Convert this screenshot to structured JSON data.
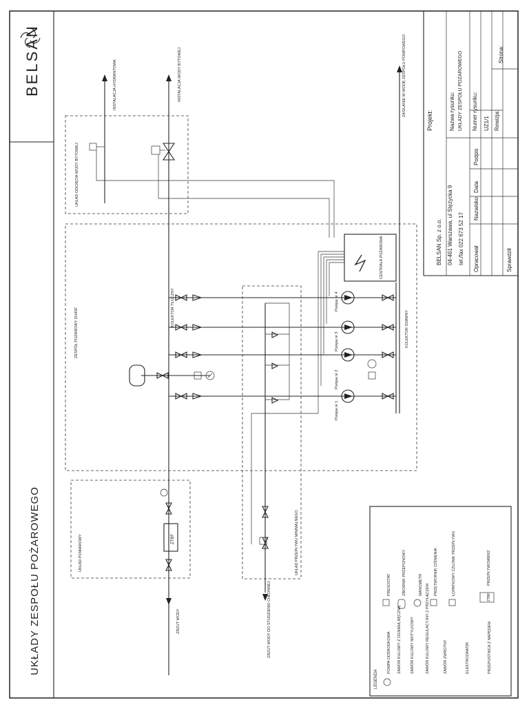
{
  "drawing": {
    "brand": "BELSAN",
    "title": "UKŁADY ZESPOŁU POŻAROWEGO",
    "sections": {
      "domestic_off": "UKŁAD ODCIĘCIA WODY BYTOWEJ",
      "pump_set": "ZESPÓŁ POŻAROWY ZH4SF",
      "supply": "UKŁAD POMIAROWY",
      "bypass": "UKŁAD PRZEPŁYWU MINIMALNEGO"
    },
    "labels": {
      "hydrant_install": "INSTALACJA HYDRANTOWA",
      "domestic_install": "INSTALACJA WODY BYTOWEJ",
      "pump_feed": "ZASILANIE W WODĘ ZESPOŁU POMPOWEGO",
      "discharge_header": "KOLEKTOR TŁOCZNY",
      "suction_header": "KOLEKTOR SSAWNY",
      "control_panel": "CENTRALA POŻAROWA",
      "water_inlet": "ZRZUT WODY",
      "drain": "ZRZUT WODY DO STUDZIENKI CHŁONNEJ",
      "pump_1": "Pompa nr 1",
      "pump_2": "Pompa nr 2",
      "pump_3": "Pompa nr 3",
      "pump_4": "Pompa nr 4",
      "ztbf": "ZTBF"
    },
    "legend": {
      "heading": "LEGENDA",
      "items": [
        "POMPA ODŚRODKOWA",
        "ZAWÓR KULOWY Z OGNIWĄ RĘCZNĄ",
        "ZAWÓR KULOWY MOTYLKOWY",
        "ZAWÓR KULOWY REGULACYJNY Z PRZYŁĄCZEM",
        "ZAWÓR ZWROTNY",
        "ELEKTROZAWÓR",
        "PRZEPUSTNICA Z NAPĘDEM",
        "PRESOSTAT",
        "ZBIORNIK PRZEPONOWY",
        "MANOMETR",
        "PRZETWORNIK CIŚNIENIA",
        "ŁOPATKOWY CZUJNIK PRZEPŁYWU",
        "PRZEPŁYWOMIERZ"
      ],
      "ztbf_symbol": "ZTBF"
    },
    "title_block": {
      "project_label": "Projekt:",
      "drawing_name_label": "Nazwa rysunku:",
      "drawing_name": "UKŁADY ZESPOŁU POŻAROWEGO",
      "drawing_no_label": "Numer rysunku:",
      "drawing_no": "UZ1/1",
      "revision_label": "Rewizja:",
      "page_label": "Strona:",
      "company_line1": "BELSAN Sp. z o.o.",
      "company_line2": "04-461 Warszawa, ul Stężycka 9",
      "company_line3": "tel./fax 022 673 52 17",
      "prepared": "Opracował",
      "name": "Nazwisko",
      "date": "Data",
      "signature": "Podpis",
      "checked": "Sprawdził"
    }
  }
}
